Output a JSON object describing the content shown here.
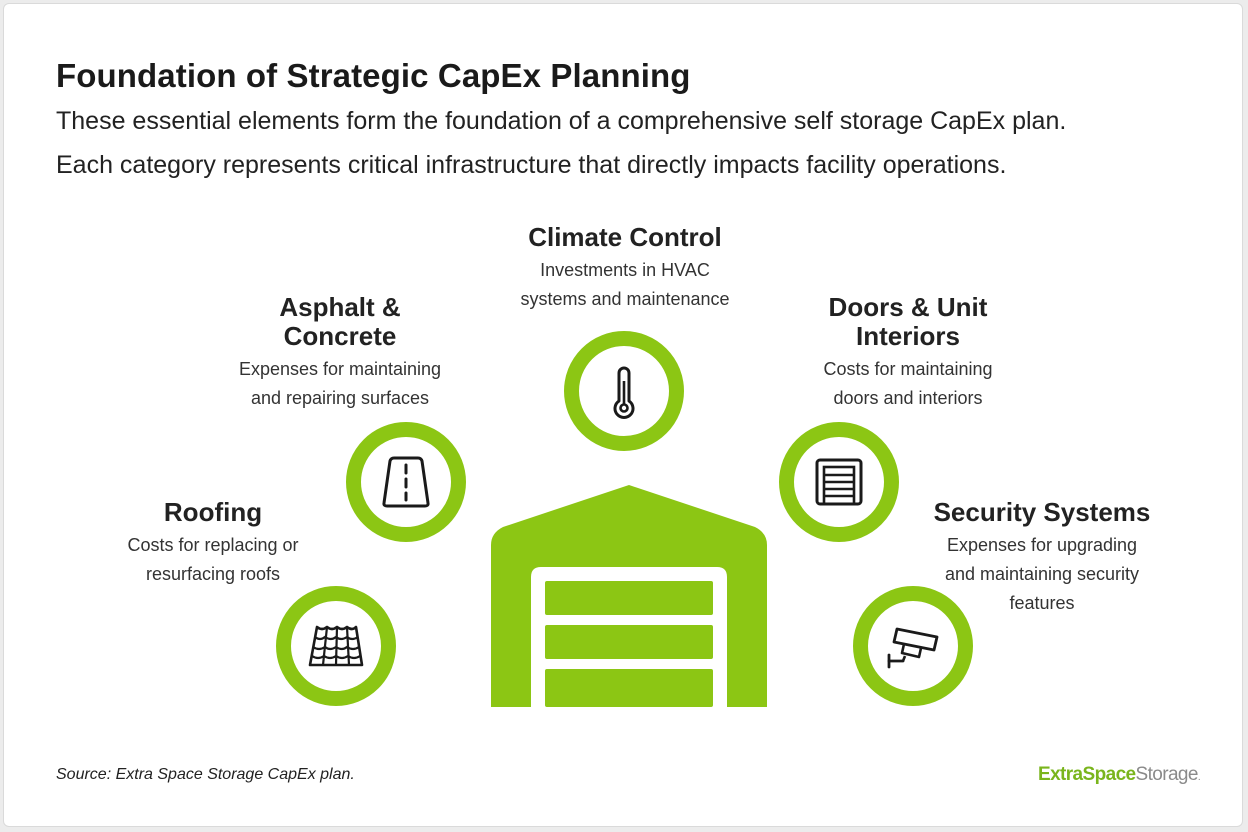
{
  "header": {
    "title": "Foundation of Strategic CapEx Planning",
    "subtitle_line1": "These essential elements form the foundation of a comprehensive self storage CapEx plan.",
    "subtitle_line2": "Each category represents critical infrastructure that directly impacts facility operations."
  },
  "categories": [
    {
      "title_lines": [
        "Roofing"
      ],
      "desc_lines": [
        "Costs for replacing or",
        "resurfacing roofs"
      ],
      "icon": "roof-tiles-icon"
    },
    {
      "title_lines": [
        "Asphalt &",
        "Concrete"
      ],
      "desc_lines": [
        "Expenses for maintaining",
        "and repairing surfaces"
      ],
      "icon": "road-icon"
    },
    {
      "title_lines": [
        "Climate Control"
      ],
      "desc_lines": [
        "Investments in HVAC",
        "systems and maintenance"
      ],
      "icon": "thermometer-icon"
    },
    {
      "title_lines": [
        "Doors & Unit",
        "Interiors"
      ],
      "desc_lines": [
        "Costs for maintaining",
        "doors and interiors"
      ],
      "icon": "roll-up-door-icon"
    },
    {
      "title_lines": [
        "Security Systems"
      ],
      "desc_lines": [
        "Expenses for upgrading",
        "and maintaining security",
        "features"
      ],
      "icon": "security-camera-icon"
    }
  ],
  "footer": {
    "source": "Source: Extra Space Storage CapEx plan.",
    "logo_part1": "ExtraSpace",
    "logo_part2": "Storage",
    "logo_mark": "."
  },
  "colors": {
    "accent": "#8cc614",
    "logo_green": "#7ab51d",
    "logo_gray": "#8a8a8a",
    "text": "#1a1a1a"
  }
}
